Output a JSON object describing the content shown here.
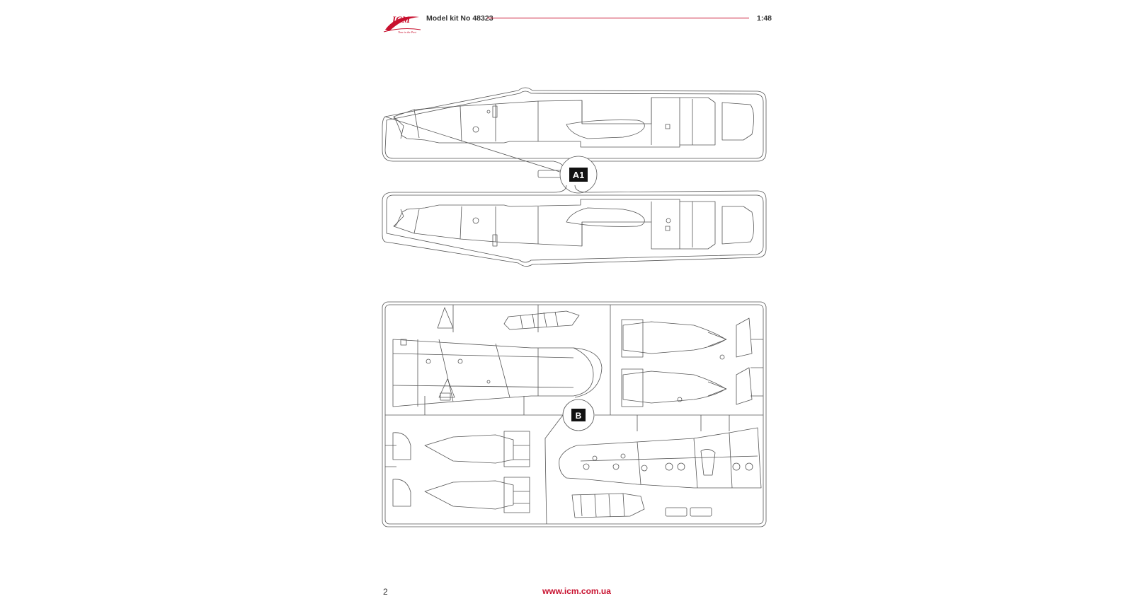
{
  "header": {
    "brand": "ICM",
    "tagline": "Time in the Past",
    "kit_number": "Model kit No 48323",
    "scale": "1:48"
  },
  "sprues": {
    "a1_label": "A1",
    "b_label": "B"
  },
  "footer": {
    "page_number": "2",
    "website": "www.icm.com.ua"
  },
  "colors": {
    "brand_red": "#c8102e",
    "line": "#555555",
    "badge_bg": "#111111"
  }
}
